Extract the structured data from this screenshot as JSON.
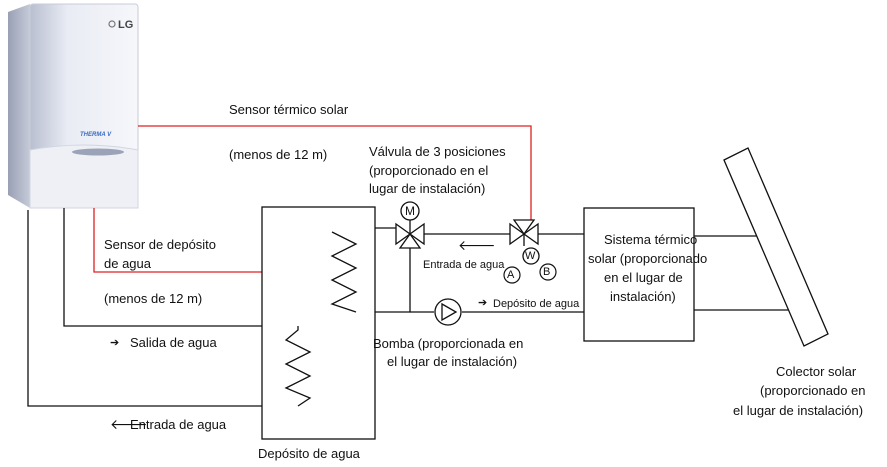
{
  "brand": {
    "logo_text": "LG",
    "sub_logo_text": "THERMA V"
  },
  "labels": {
    "solar_sensor": "Sensor térmico solar",
    "solar_sensor_length": "(menos de 12 m)",
    "valve": [
      "Válvula de 3 posiciones",
      "(proporcionado en el",
      "lugar de instalación)"
    ],
    "tank_sensor": [
      "Sensor de depósito",
      "de agua"
    ],
    "tank_sensor_length": "(menos de 12 m)",
    "inlet_small": "Entrada de agua",
    "tank_small": "Depósito de agua",
    "pump": [
      "Bomba (proporcionada en",
      "el lugar de instalación)"
    ],
    "outlet": "Salida de agua",
    "inlet": "Entrada de agua",
    "tank": "Depósito de agua",
    "solar_system": [
      "Sistema térmico",
      "solar (proporcionado",
      "en el lugar de",
      "instalación)"
    ],
    "collector": [
      "Colector solar",
      "(proporcionado en",
      "el lugar de instalación)"
    ],
    "motor_m": "M",
    "motor_w": "W",
    "port_a": "A",
    "port_b": "B",
    "arrow_right": "➔",
    "arrow_left": "🡐"
  },
  "colors": {
    "sensor_line": "#e02020",
    "sensor_block": "#e01818",
    "pipe": "#111111"
  }
}
